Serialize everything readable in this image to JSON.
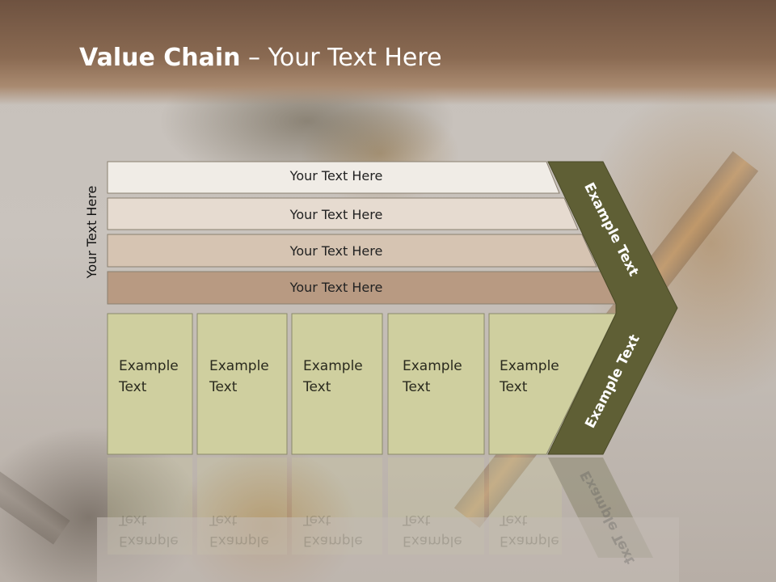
{
  "slide": {
    "title_bold": "Value Chain",
    "title_rest": " – Your Text Here",
    "vertical_label": "Your Text Here"
  },
  "bars": [
    {
      "label": "Your Text Here",
      "color": "#f0ece6"
    },
    {
      "label": "Your Text Here",
      "color": "#e6dbd0"
    },
    {
      "label": "Your Text Here",
      "color": "#d6c4b2"
    },
    {
      "label": "Your Text Here",
      "color": "#b89a82"
    }
  ],
  "boxes": [
    {
      "line1": "Example",
      "line2": "Text"
    },
    {
      "line1": "Example",
      "line2": "Text"
    },
    {
      "line1": "Example",
      "line2": "Text"
    },
    {
      "line1": "Example",
      "line2": "Text"
    },
    {
      "line1": "Example",
      "line2": "Text"
    }
  ],
  "chevron": {
    "upper_label": "Example Text",
    "lower_label": "Example Text",
    "color": "#5f5f35",
    "box_color": "#cfcf9f"
  }
}
